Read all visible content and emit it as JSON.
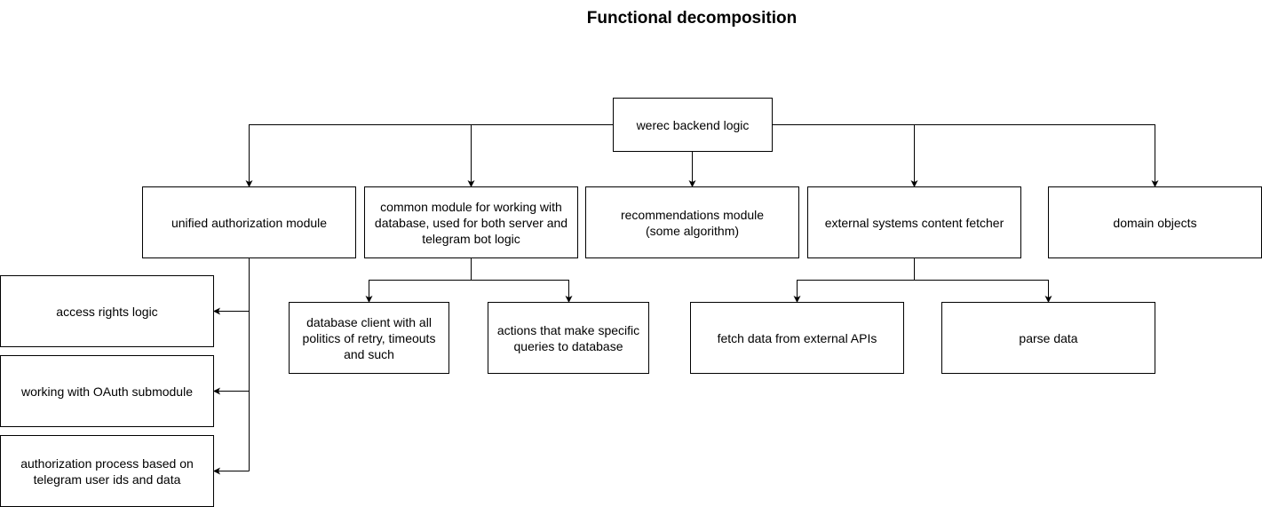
{
  "diagram": {
    "title": "Functional decomposition",
    "root": {
      "label": "werec backend logic"
    },
    "modules": [
      {
        "id": "auth",
        "label": "unified authorization module",
        "children": [
          "access rights logic",
          "working with OAuth submodule",
          "authorization process based on telegram user ids and data"
        ]
      },
      {
        "id": "db",
        "label": "common module for working with database, used for both server and telegram bot logic",
        "children": [
          "database client with all politics of retry, timeouts and such",
          "actions that make specific queries to database"
        ]
      },
      {
        "id": "recs",
        "label": "recommendations module (some algorithm)",
        "children": []
      },
      {
        "id": "fetcher",
        "label": "external systems content fetcher",
        "children": [
          "fetch data from external APIs",
          "parse data"
        ]
      },
      {
        "id": "domain",
        "label": "domain objects",
        "children": []
      }
    ]
  }
}
